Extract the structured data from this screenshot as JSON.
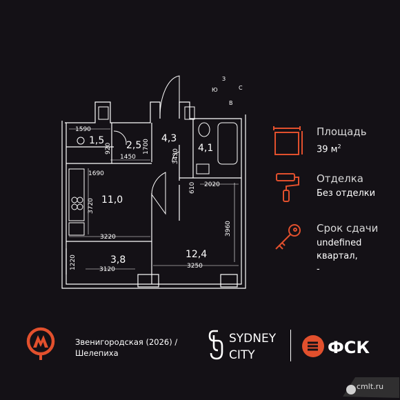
{
  "colors": {
    "background": "#141116",
    "accent": "#e2502d",
    "plan_lines": "#ffffff",
    "text": "#ffffff"
  },
  "floorplan": {
    "compass": [
      "З",
      "Ю",
      "С",
      "В"
    ],
    "rooms": [
      {
        "id": "bath-small",
        "area": "1,5"
      },
      {
        "id": "hall",
        "area": "2,5"
      },
      {
        "id": "corridor",
        "area": "4,3"
      },
      {
        "id": "bathroom",
        "area": "4,1"
      },
      {
        "id": "kitchen",
        "area": "11,0"
      },
      {
        "id": "balcony",
        "area": "3,8"
      },
      {
        "id": "bedroom",
        "area": "12,4"
      }
    ],
    "dimensions": [
      "1590",
      "920",
      "1700",
      "1450",
      "3430",
      "1690",
      "610",
      "2020",
      "3720",
      "3220",
      "3960",
      "1220",
      "3120",
      "3250"
    ]
  },
  "info": {
    "area": {
      "label": "Площадь",
      "value": "39 м",
      "unit_sup": "2",
      "icon": "area-icon"
    },
    "finish": {
      "label": "Отделка",
      "value": "Без отделки",
      "icon": "paint-roller-icon"
    },
    "deadline": {
      "label": "Срок сдачи",
      "value_line1": "undefined",
      "value_line2": "квартал,",
      "value_line3": "-",
      "icon": "key-icon"
    }
  },
  "footer": {
    "metro": {
      "line1": "Звенигородская (2026) /",
      "line2": "Шелепиха",
      "icon": "metro-icon"
    },
    "brand_sydney": {
      "line1": "SYDNEY",
      "line2": "CITY"
    },
    "brand_fsk": {
      "text": "ФСК"
    }
  },
  "watermark": {
    "text": "cmlt.ru"
  }
}
